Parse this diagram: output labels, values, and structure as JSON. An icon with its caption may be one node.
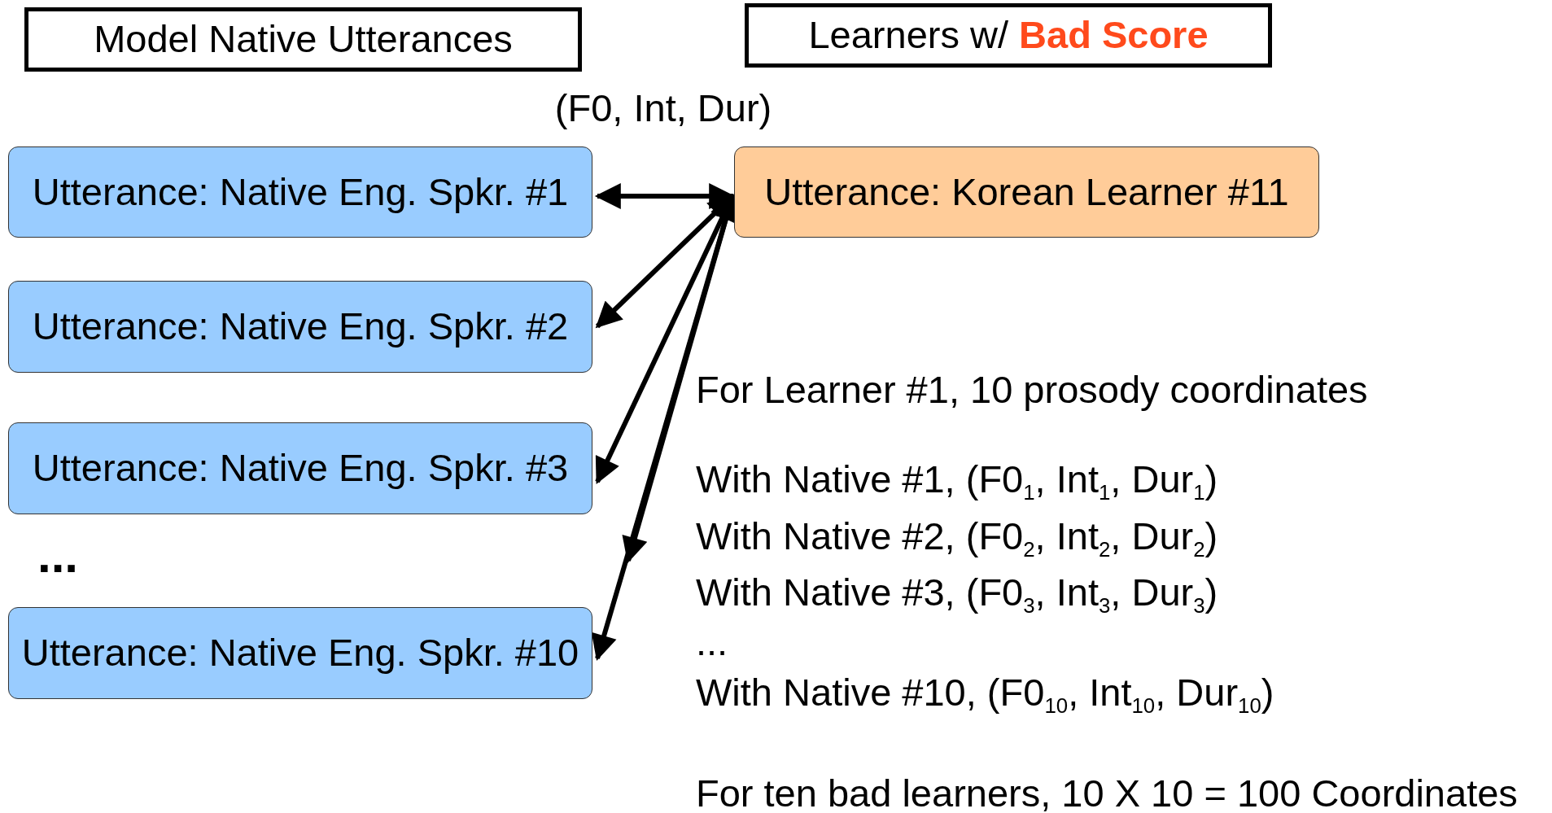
{
  "diagram": {
    "nodes": [
      {
        "text": [
          "Model Native Utterances"
        ]
      },
      {
        "text": [
          "Learners w/ **Bad Score**"
        ]
      },
      {
        "text": [
          "Utterance: Native Eng. Spkr. #1"
        ]
      },
      {
        "text": [
          "Utterance: Korean Learner #11"
        ]
      },
      {
        "text": [
          "Utterance: Native Eng. Spkr. #2"
        ]
      },
      {
        "text": [
          "Utterance: Native Eng. Spkr. #3"
        ]
      },
      {
        "text": [
          "Utterance: Native Eng. Spkr. #10"
        ]
      }
    ],
    "edges": [
      {
        "from": 3,
        "to": 2,
        "arrow": "both"
      },
      {
        "from": 3,
        "to": 4,
        "arrow": "both"
      },
      {
        "from": 3,
        "to": 5,
        "arrow": "both"
      },
      {
        "from": 3,
        "to": null,
        "arrow": "both"
      },
      {
        "from": 3,
        "to": 6,
        "arrow": "both"
      }
    ],
    "labels": [
      "(F0, Int, Dur)",
      "...",
      "For Learner #1, 10 prosody coordinates",
      "With Native #1, (F0$_{1}$, Int$_{1}$, Dur$_{1}$)",
      "With Native #2, (F0$_{2}$, Int$_{2}$, Dur$_{2}$)",
      "With Native #3, (F0$_{3}$, Int$_{3}$, Dur$_{3}$)",
      "...",
      "With Native #10, (F0$_{10}$, Int$_{10}$, Dur$_{10}$)",
      "For ten bad learners, 10 X 10 = 100 Coordinates"
    ]
  }
}
